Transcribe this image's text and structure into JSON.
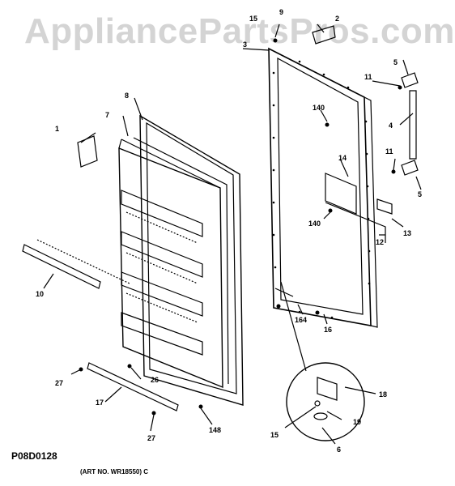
{
  "watermark": "AppliancePartsPros.com",
  "diagram_code": "P08D0128",
  "art_number": "(ART NO. WR18550) C",
  "callouts": {
    "c1": "1",
    "c2": "2",
    "c3": "3",
    "c4": "4",
    "c5a": "5",
    "c5b": "5",
    "c6": "6",
    "c7": "7",
    "c8": "8",
    "c9": "9",
    "c10": "10",
    "c11a": "11",
    "c11b": "11",
    "c12": "12",
    "c13": "13",
    "c14": "14",
    "c15a": "15",
    "c15b": "15",
    "c16": "16",
    "c17": "17",
    "c18": "18",
    "c19": "19",
    "c26": "26",
    "c27a": "27",
    "c27b": "27",
    "c140a": "140",
    "c140b": "140",
    "c148": "148",
    "c164": "164"
  },
  "colors": {
    "line": "#000000",
    "watermark": "#d4d4d4",
    "background": "#ffffff"
  }
}
